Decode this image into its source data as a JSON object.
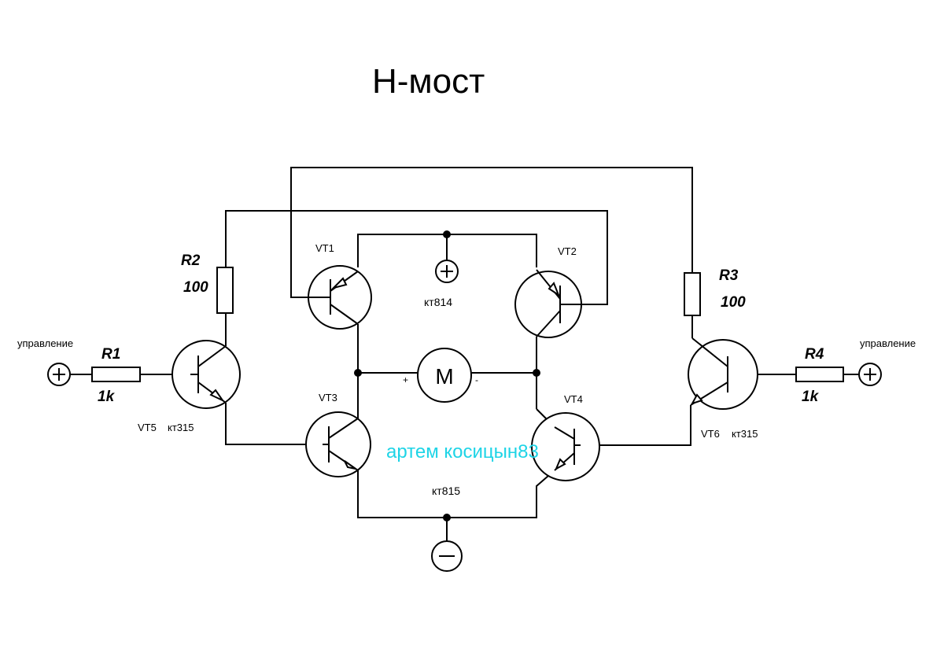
{
  "title": "H-мост",
  "control_left": "управление",
  "control_right": "управление",
  "resistors": {
    "r1": {
      "name": "R1",
      "value": "1k"
    },
    "r2": {
      "name": "R2",
      "value": "100"
    },
    "r3": {
      "name": "R3",
      "value": "100"
    },
    "r4": {
      "name": "R4",
      "value": "1k"
    }
  },
  "transistors": {
    "vt1": "VT1",
    "vt2": "VT2",
    "vt3": "VT3",
    "vt4": "VT4",
    "vt5": "VT5",
    "vt6": "VT6",
    "vt5_model": "кт315",
    "vt6_model": "кт315",
    "upper_model": "кт814",
    "lower_model": "кт815"
  },
  "motor": {
    "label": "M",
    "plus": "+",
    "minus": "-"
  },
  "supply": {
    "plus": "+",
    "minus": "−"
  },
  "terminals": {
    "left": "+",
    "right": "+"
  },
  "watermark": "артем косицын83",
  "colors": {
    "watermark": "#1ed4e6",
    "line": "#000000"
  }
}
